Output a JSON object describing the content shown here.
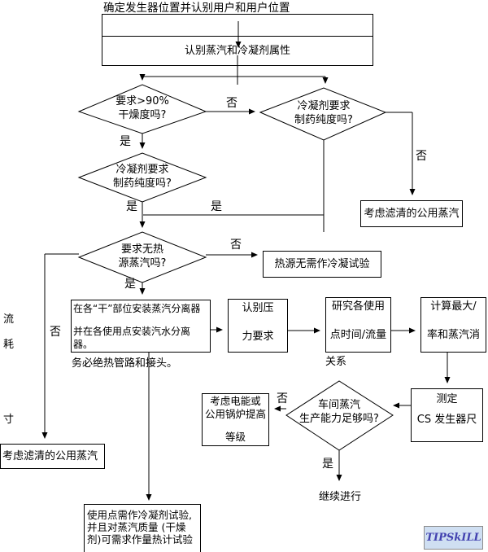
{
  "title": "确定发生器位置并认别用户和用户位置",
  "labels": {
    "yes": "是",
    "no": "否"
  },
  "nodes": {
    "attr": {
      "text": "认别蒸汽和冷凝剂属性"
    },
    "dryness": {
      "line1": "要求>90%",
      "line2": "干燥度吗?"
    },
    "condensateRight": {
      "line1": "冷凝剂要求",
      "line2": "制药纯度吗?"
    },
    "condensateLeft": {
      "line1": "冷凝剂要求",
      "line2": "制药纯度吗?"
    },
    "noHeat": {
      "line1": "要求无热",
      "line2": "源蒸汽吗?"
    },
    "filteredRight": {
      "text": "考虑滤清的公用蒸汽"
    },
    "heatSource": {
      "text": "热源无需作冷凝试验"
    },
    "separators": {
      "line1": "在各“干”部位安装蒸汽分离器",
      "line2": "并在各使用点安装汽水分离器。",
      "note": "务必绝热管路和接头。"
    },
    "pressure": {
      "line1": "认别压",
      "line2": "力要求"
    },
    "research": {
      "line1": "研究各使用",
      "line2": "点时间/流量",
      "note": "关系"
    },
    "calc": {
      "line1": "计算最大/",
      "line2": "率和蒸汽消"
    },
    "measure": {
      "line1": "测定",
      "line2": "CS 发生器尺"
    },
    "capacity": {
      "line1": "车间蒸汽",
      "line2": "生产能力足够吗?"
    },
    "boiler": {
      "line1": "考虑电能或",
      "line2": "公用锅炉提高",
      "line3": "等级"
    },
    "filteredLeft": {
      "text": "考虑滤清的公用蒸汽"
    },
    "condensateTest": {
      "line1": "使用点需作冷凝剂试验,",
      "line2": "并且对蒸汽质量 (干燥",
      "line3": "剂)可需求作量热计试验"
    },
    "continueStep": {
      "text": "继续进行"
    }
  },
  "margin": {
    "c1": "流",
    "c2": "耗",
    "c3": "寸"
  },
  "logo": {
    "text": "TIPSkILL"
  },
  "colors": {
    "line": "#000000",
    "logo_text": "#4343b0",
    "logo_bg": "#cfdff2"
  }
}
